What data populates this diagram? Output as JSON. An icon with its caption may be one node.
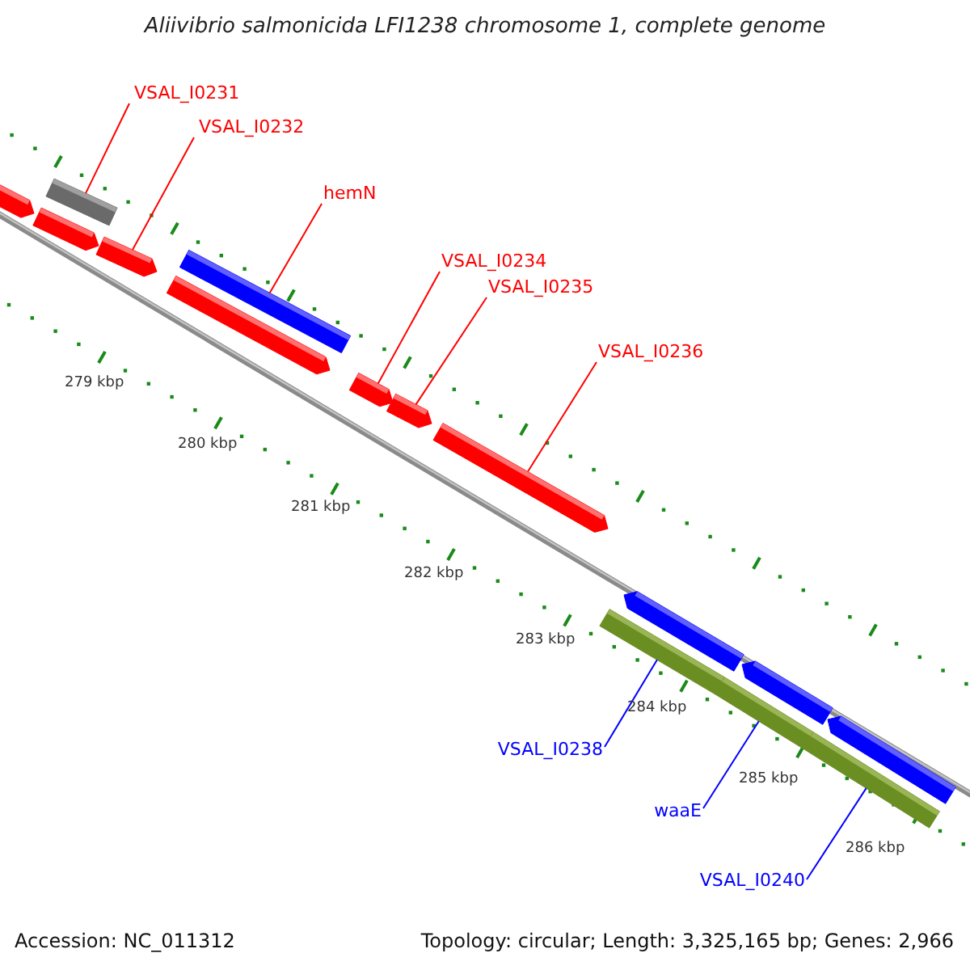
{
  "diagram": {
    "title": "Aliivibrio salmonicida LFI1238 chromosome 1, complete genome",
    "nodes": [
      {
        "text": [
          "VSAL_I0231"
        ]
      },
      {
        "text": [
          "VSAL_I0232"
        ]
      },
      {
        "text": [
          "hemN"
        ]
      },
      {
        "text": [
          "VSAL_I0234"
        ]
      },
      {
        "text": [
          "VSAL_I0235"
        ]
      },
      {
        "text": [
          "VSAL_I0236"
        ]
      },
      {
        "text": [
          "VSAL_I0238"
        ]
      },
      {
        "text": [
          "waaE"
        ]
      },
      {
        "text": [
          "VSAL_I0240"
        ]
      },
      {
        "text": [],
        "shape": "bar"
      },
      {
        "text": [],
        "shape": "bar"
      },
      {
        "text": [],
        "shape": "bar"
      },
      {
        "text": [],
        "shape": "bar"
      },
      {
        "text": [],
        "shape": "bar"
      },
      {
        "text": [],
        "shape": "bar"
      },
      {
        "text": [],
        "shape": "bar"
      },
      {
        "text": [],
        "shape": "bar"
      },
      {
        "text": [],
        "shape": "bar"
      },
      {
        "text": [],
        "shape": "bar"
      },
      {
        "text": [],
        "shape": "bar"
      },
      {
        "text": [],
        "shape": "bar"
      },
      {
        "text": [],
        "shape": "bar"
      },
      {
        "text": [],
        "shape": "bar"
      },
      {
        "text": [],
        "shape": "bar"
      }
    ],
    "edges": [
      {
        "from": 0,
        "to": 10,
        "arrow": "none"
      },
      {
        "from": 1,
        "to": 12,
        "arrow": "none"
      },
      {
        "from": 2,
        "to": 13,
        "arrow": "none"
      },
      {
        "from": 3,
        "to": 15,
        "arrow": "none"
      },
      {
        "from": 4,
        "to": 16,
        "arrow": "none"
      },
      {
        "from": 5,
        "to": 17,
        "arrow": "none"
      },
      {
        "from": 6,
        "to": 18,
        "arrow": "none",
        "color": "#0000ff"
      },
      {
        "from": 7,
        "to": 20,
        "arrow": "none",
        "color": "#0000ff"
      },
      {
        "from": 8,
        "to": 22,
        "arrow": "none",
        "color": "#0000ff"
      }
    ],
    "labels": [
      "279 kbp",
      "280 kbp",
      "281 kbp",
      "282 kbp",
      "283 kbp",
      "284 kbp",
      "285 kbp",
      "286 kbp",
      "Accession: NC_011312",
      "Topology: circular; Length: 3,325,165 bp; Genes: 2,966"
    ]
  }
}
